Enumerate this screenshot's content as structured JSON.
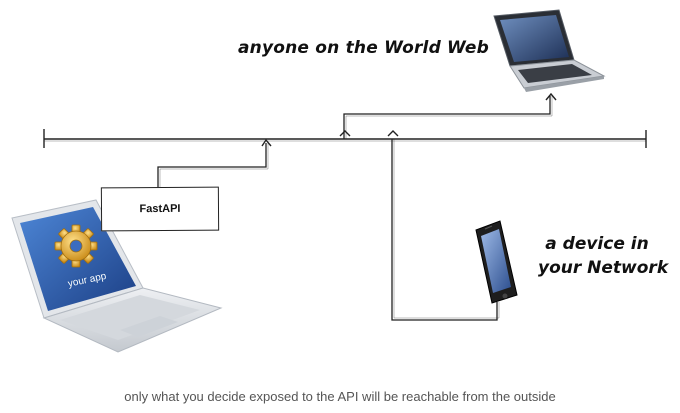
{
  "labels": {
    "world": "anyone on the World Web",
    "device_line1": "a device in",
    "device_line2": "your Network",
    "fastapi": "FastAPI",
    "app": "your app"
  },
  "caption": "only what you decide exposed to the API will be reachable from the outside",
  "colors": {
    "line": "#222222",
    "laptop_body": "#d9dde2",
    "laptop_screen": "#2f5fb0",
    "gear": "#e8b33a",
    "phone_body": "#1e1e1e",
    "phone_screen": "#6a8fc7",
    "caption": "#555555"
  },
  "icons": [
    "laptop-app-icon",
    "gear-icon",
    "laptop-remote-icon",
    "smartphone-icon"
  ]
}
